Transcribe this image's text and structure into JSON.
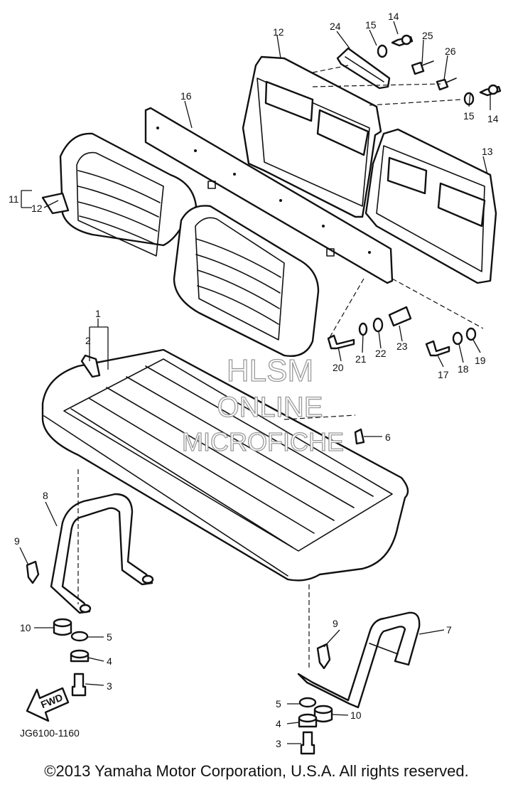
{
  "callouts": {
    "c1a": "1",
    "c2": "2",
    "c3a": "3",
    "c3b": "3",
    "c4a": "4",
    "c4b": "4",
    "c5a": "5",
    "c5b": "5",
    "c6": "6",
    "c7": "7",
    "c8": "8",
    "c9a": "9",
    "c9b": "9",
    "c10a": "10",
    "c10b": "10",
    "c11": "11",
    "c12a": "12",
    "c12b": "12",
    "c13": "13",
    "c14a": "14",
    "c14b": "14",
    "c15a": "15",
    "c15b": "15",
    "c16": "16",
    "c17": "17",
    "c18": "18",
    "c19": "19",
    "c20": "20",
    "c21": "21",
    "c22": "22",
    "c23": "23",
    "c24": "24",
    "c25": "25",
    "c26": "26"
  },
  "fwd_label": "FWD",
  "drawing_code": "JG6100-1160",
  "watermark": {
    "line1": "HLSM",
    "line2": "ONLINE",
    "line3": "MICROFICHE"
  },
  "copyright": "©2013 Yamaha Motor Corporation, U.S.A. All rights reserved."
}
